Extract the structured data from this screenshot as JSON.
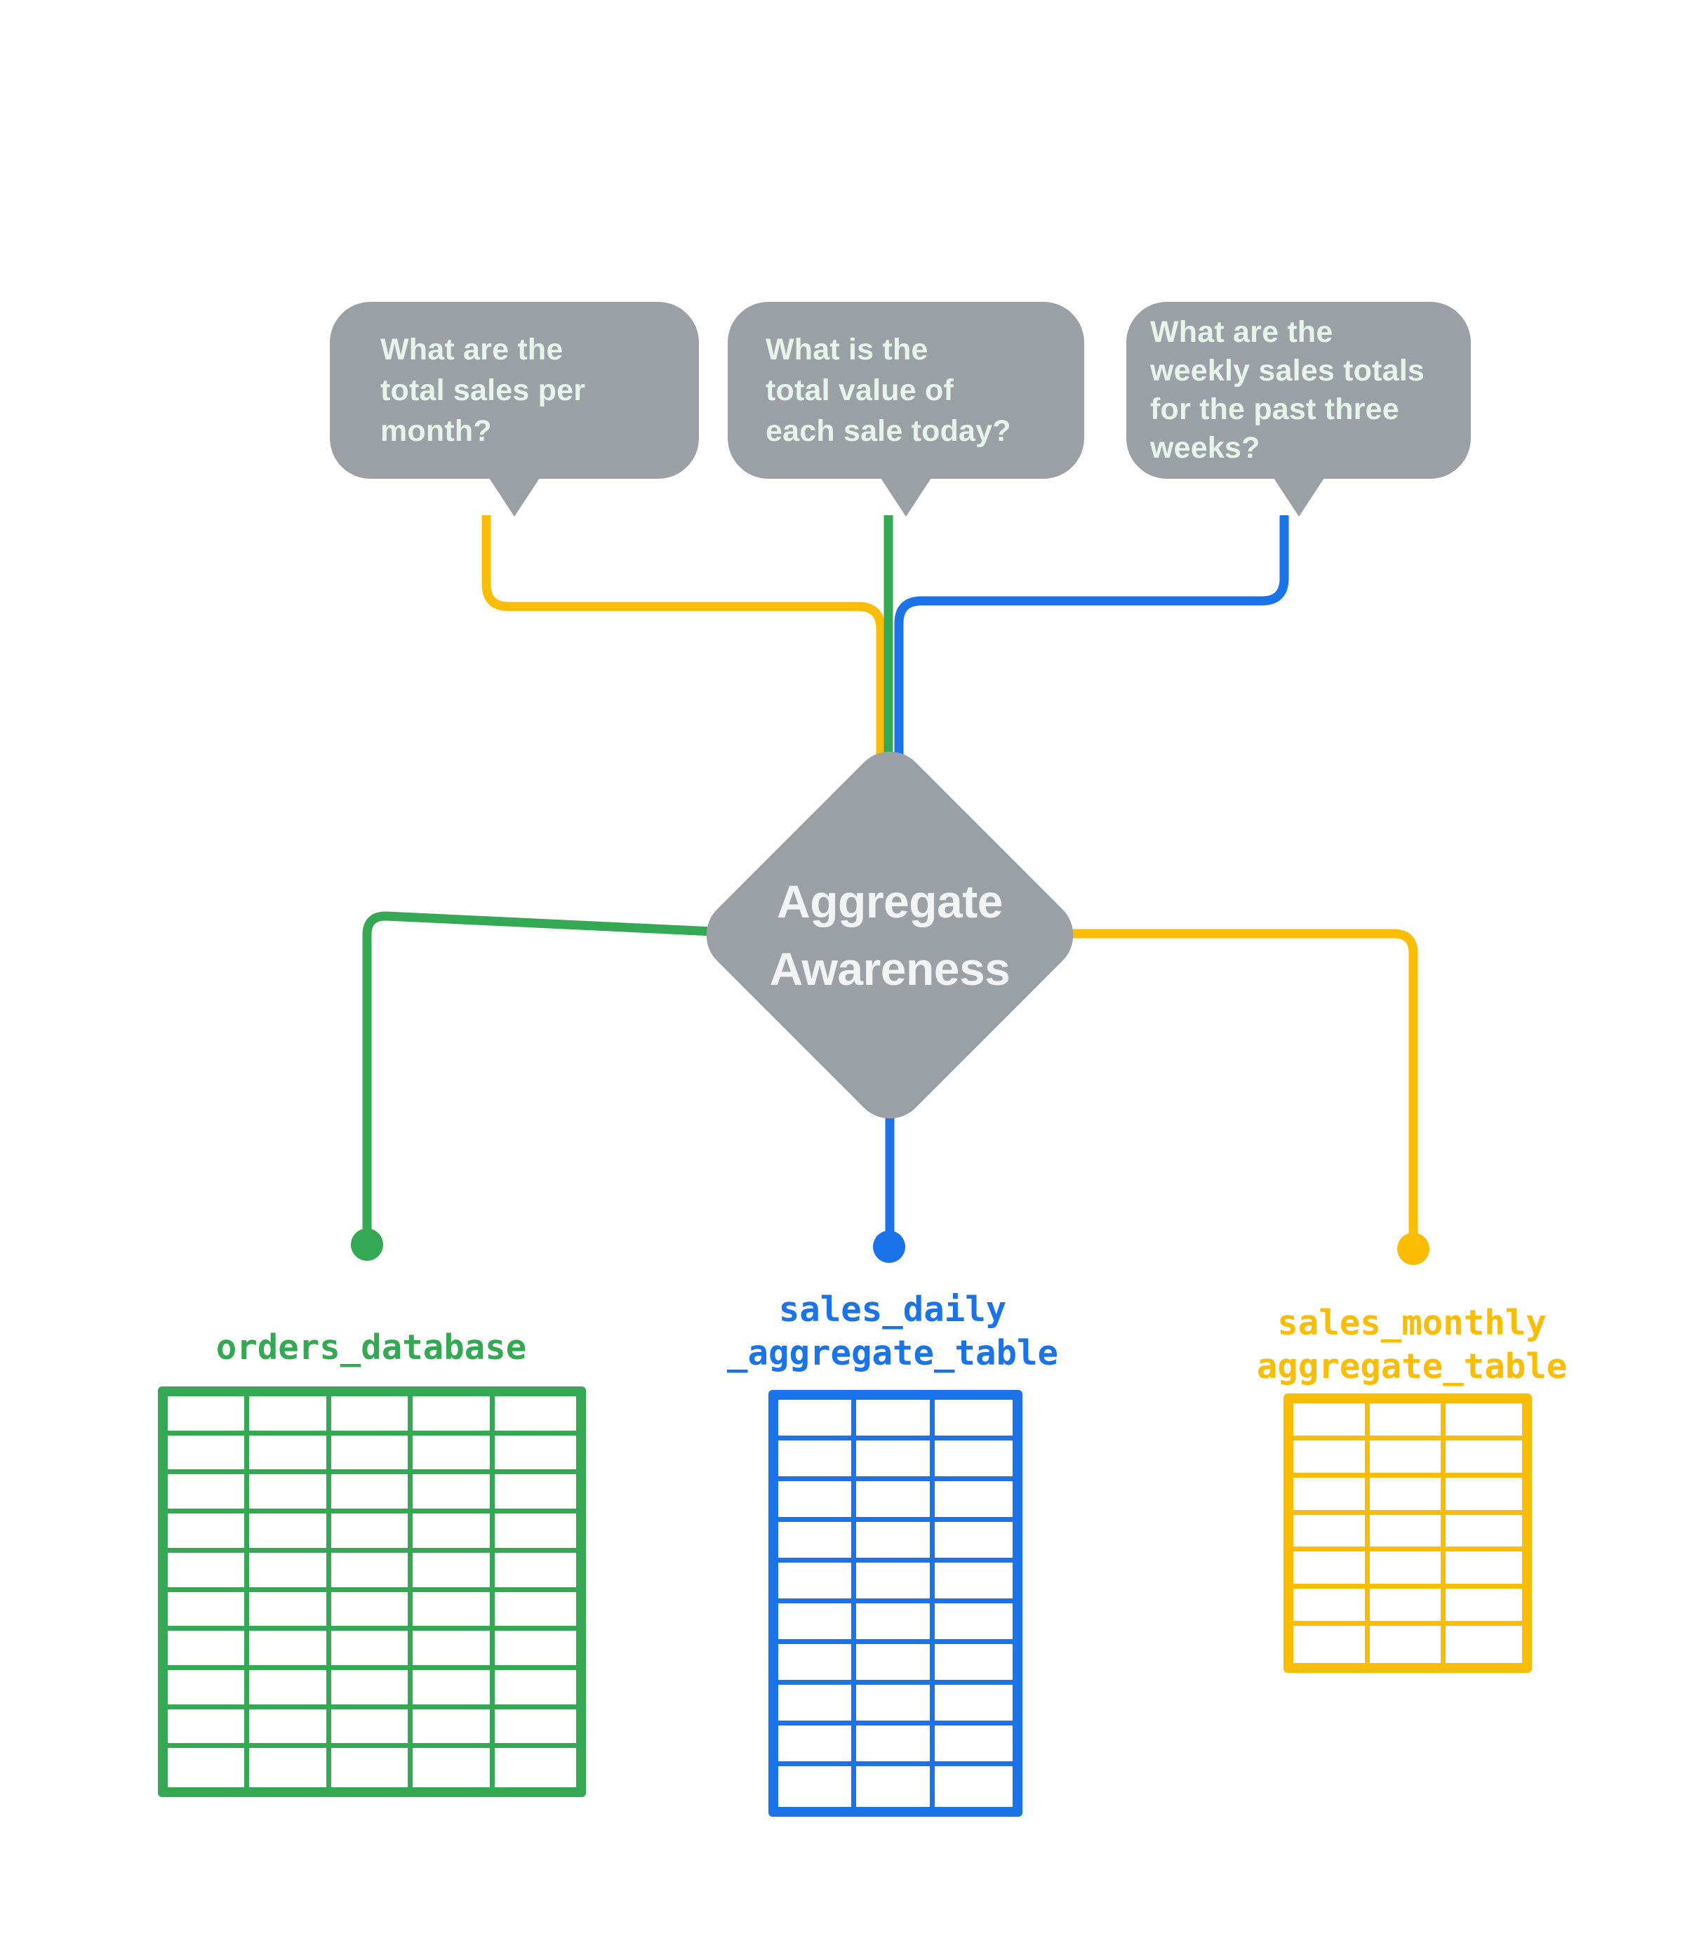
{
  "colors": {
    "green": "#34A853",
    "blue": "#1A73E8",
    "yellow": "#FBBC04",
    "gray": "#9AA0A6",
    "bubble_text": "#E6F4EA",
    "diamond_text": "#F1F3F4",
    "background": "#FFFFFF"
  },
  "bubbles": [
    {
      "name": "monthly-sales-question",
      "lines": [
        "What are the",
        "total sales per",
        "month?"
      ]
    },
    {
      "name": "daily-sale-value-question",
      "lines": [
        "What is the",
        "total value of",
        "each sale today?"
      ]
    },
    {
      "name": "weekly-sales-totals-question",
      "lines": [
        "What are the",
        "weekly sales totals",
        "for the past three",
        "weeks?"
      ]
    }
  ],
  "diamond": {
    "lines": [
      "Aggregate",
      "Awareness"
    ]
  },
  "tables": [
    {
      "label_lines": [
        "orders_database"
      ],
      "color": "green",
      "columns": 5,
      "rows": 10
    },
    {
      "label_lines": [
        "sales_daily",
        "_aggregate_table"
      ],
      "color": "blue",
      "columns": 3,
      "rows": 10
    },
    {
      "label_lines": [
        "sales_monthly",
        "aggregate_table"
      ],
      "color": "yellow",
      "columns": 3,
      "rows": 7
    }
  ]
}
